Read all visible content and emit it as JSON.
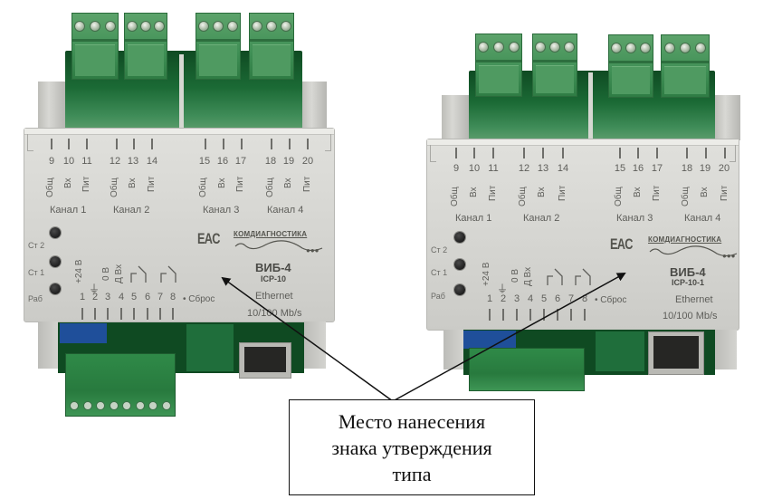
{
  "devices": [
    {
      "id": "left",
      "model": "ВИБ-4",
      "submodel": "ICP-10",
      "brand": "КОМДИАГНОСТИКА",
      "certification_mark": "EAC",
      "ethernet_label": "Ethernet",
      "ethernet_speed": "10/100 Mb/s",
      "reset_label": "Сброс",
      "leds": [
        {
          "label": "Ст 2"
        },
        {
          "label": "Ст 1"
        },
        {
          "label": "Раб"
        }
      ],
      "top_pins": [
        {
          "num": "9",
          "label": "Общ"
        },
        {
          "num": "10",
          "label": "Вх"
        },
        {
          "num": "11",
          "label": "Пит"
        },
        {
          "num": "12",
          "label": "Общ"
        },
        {
          "num": "13",
          "label": "Вх"
        },
        {
          "num": "14",
          "label": "Пит"
        },
        {
          "num": "15",
          "label": "Общ"
        },
        {
          "num": "16",
          "label": "Вх"
        },
        {
          "num": "17",
          "label": "Пит"
        },
        {
          "num": "18",
          "label": "Общ"
        },
        {
          "num": "19",
          "label": "Вх"
        },
        {
          "num": "20",
          "label": "Пит"
        }
      ],
      "channels": [
        "Канал 1",
        "Канал 2",
        "Канал 3",
        "Канал 4"
      ],
      "bottom_pins": [
        {
          "num": "1",
          "label": "+24 В"
        },
        {
          "num": "2",
          "label": "⏚"
        },
        {
          "num": "3",
          "label": "0 В"
        },
        {
          "num": "4",
          "label": "Д Вх"
        },
        {
          "num": "5",
          "label": "⌐"
        },
        {
          "num": "6",
          "label": "\\"
        },
        {
          "num": "7",
          "label": "⌐"
        },
        {
          "num": "8",
          "label": "\\"
        }
      ]
    },
    {
      "id": "right",
      "model": "ВИБ-4",
      "submodel": "ICP-10-1",
      "brand": "КОМДИАГНОСТИКА",
      "certification_mark": "EAC",
      "ethernet_label": "Ethernet",
      "ethernet_speed": "10/100 Mb/s",
      "reset_label": "Сброс",
      "leds": [
        {
          "label": "Ст 2"
        },
        {
          "label": "Ст 1"
        },
        {
          "label": "Раб"
        }
      ],
      "top_pins": [
        {
          "num": "9",
          "label": "Общ"
        },
        {
          "num": "10",
          "label": "Вх"
        },
        {
          "num": "11",
          "label": "Пит"
        },
        {
          "num": "12",
          "label": "Общ"
        },
        {
          "num": "13",
          "label": "Вх"
        },
        {
          "num": "14",
          "label": "Пит"
        },
        {
          "num": "15",
          "label": "Общ"
        },
        {
          "num": "16",
          "label": "Вх"
        },
        {
          "num": "17",
          "label": "Пит"
        },
        {
          "num": "18",
          "label": "Общ"
        },
        {
          "num": "19",
          "label": "Вх"
        },
        {
          "num": "20",
          "label": "Пит"
        }
      ],
      "channels": [
        "Канал 1",
        "Канал 2",
        "Канал 3",
        "Канал 4"
      ],
      "bottom_pins": [
        {
          "num": "1",
          "label": "+24 В"
        },
        {
          "num": "2",
          "label": "⏚"
        },
        {
          "num": "3",
          "label": "0 В"
        },
        {
          "num": "4",
          "label": "Д Вх"
        },
        {
          "num": "5",
          "label": "⌐"
        },
        {
          "num": "6",
          "label": "\\"
        },
        {
          "num": "7",
          "label": "⌐"
        },
        {
          "num": "8",
          "label": "\\"
        }
      ]
    }
  ],
  "callout": {
    "lines": [
      "Место нанесения",
      "знака утверждения",
      "типа"
    ]
  },
  "colors": {
    "pcb_green": "#1b6a35",
    "terminal_green": "#3f8f55",
    "panel_grey": "#d4d4d0",
    "text_grey": "#5e5e5a"
  }
}
